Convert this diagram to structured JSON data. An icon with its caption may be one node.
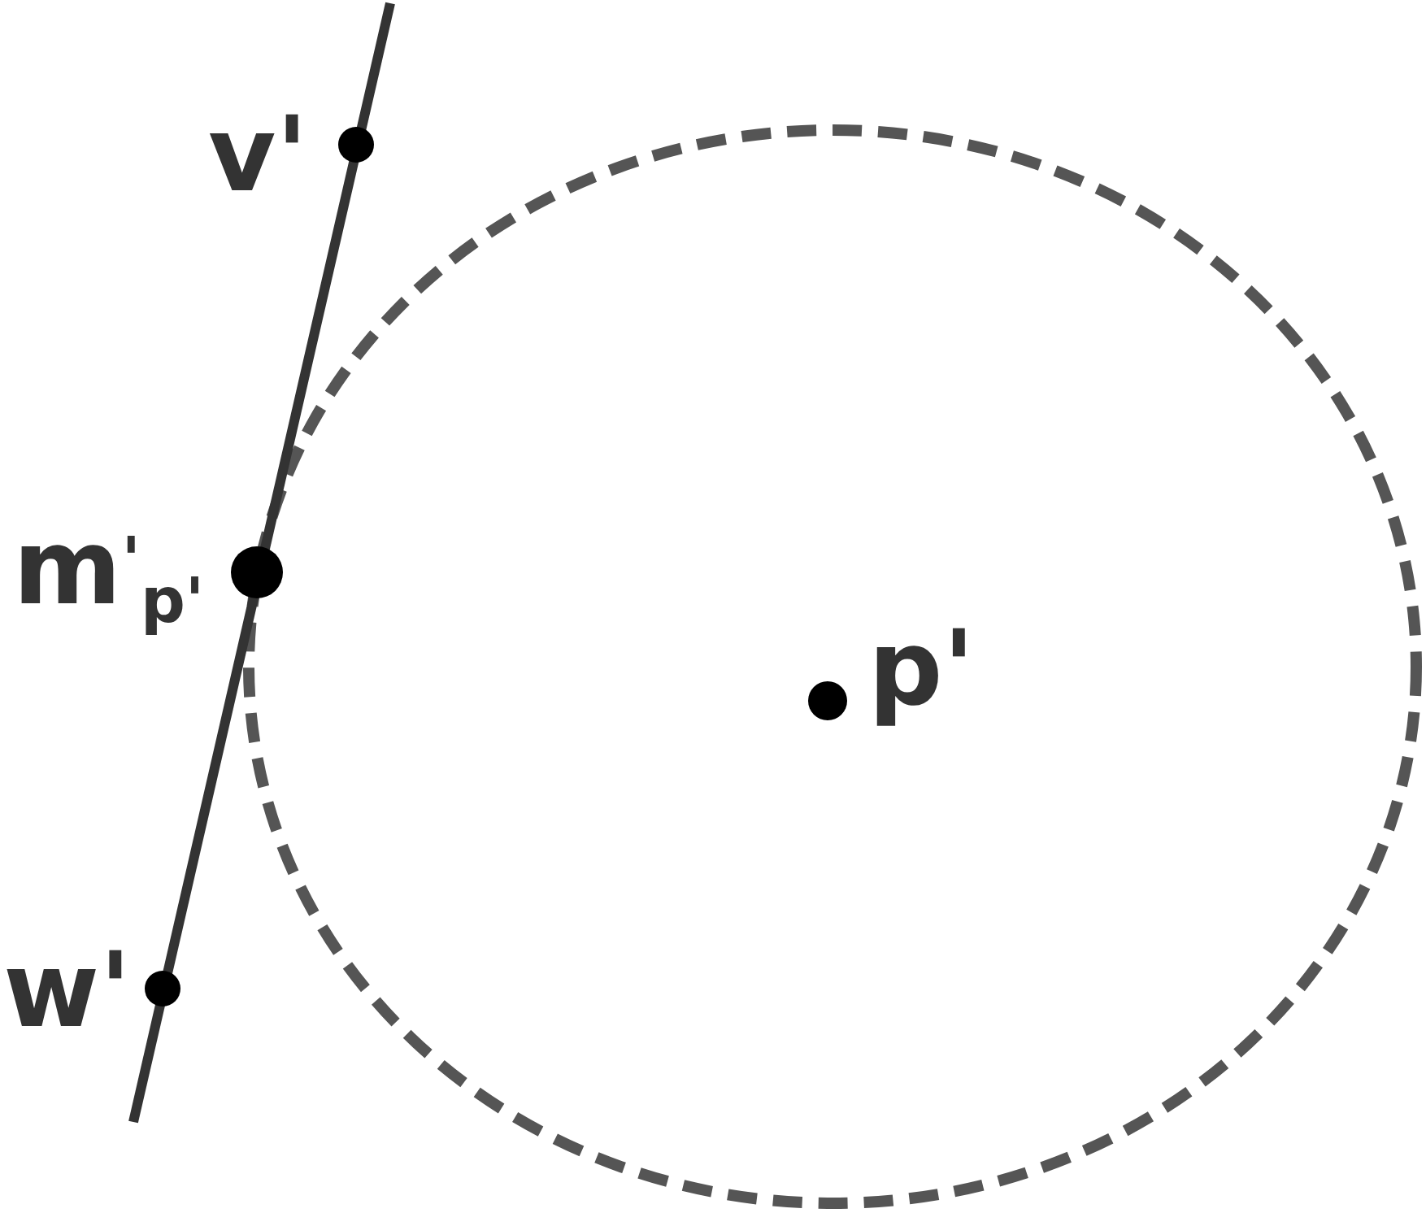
{
  "diagram": {
    "labels": [
      "v'",
      "m$^{'}$$_{p'}$",
      "p'",
      "w'"
    ]
  }
}
